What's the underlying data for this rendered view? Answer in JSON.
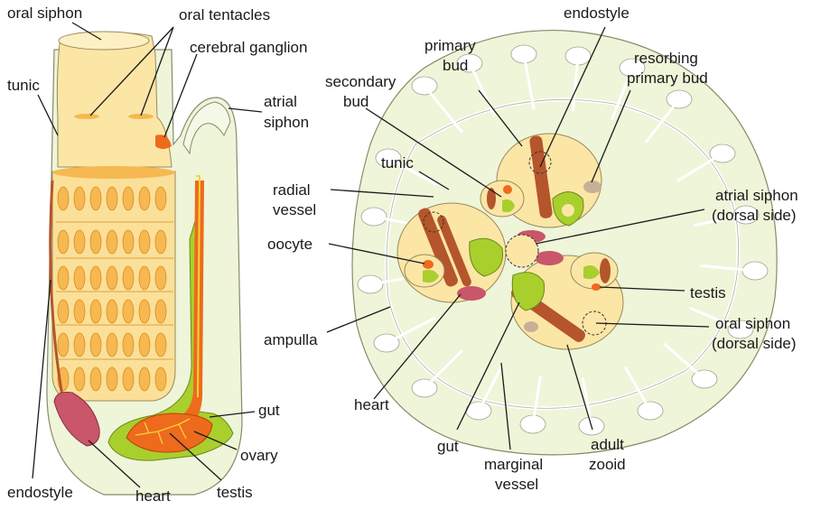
{
  "left_labels": {
    "oral_siphon": "oral siphon",
    "oral_tentacles": "oral tentacles",
    "cerebral_ganglion": "cerebral ganglion",
    "tunic": "tunic",
    "atrial_siphon_1": "atrial",
    "atrial_siphon_2": "siphon",
    "gut": "gut",
    "ovary": "ovary",
    "endostyle": "endostyle",
    "heart": "heart",
    "testis": "testis"
  },
  "right_labels": {
    "endostyle": "endostyle",
    "primary_bud_1": "primary",
    "primary_bud_2": "bud",
    "secondary_bud_1": "secondary",
    "secondary_bud_2": "bud",
    "resorbing_1": "resorbing",
    "resorbing_2": "primary bud",
    "tunic": "tunic",
    "radial_vessel_1": "radial",
    "radial_vessel_2": "vessel",
    "atrial_dorsal_1": "atrial siphon",
    "atrial_dorsal_2": "(dorsal side)",
    "oocyte": "oocyte",
    "testis": "testis",
    "ampulla": "ampulla",
    "oral_dorsal_1": "oral siphon",
    "oral_dorsal_2": "(dorsal side)",
    "heart": "heart",
    "gut": "gut",
    "marginal_1": "marginal",
    "marginal_2": "vessel",
    "adult_1": "adult",
    "adult_2": "zooid"
  },
  "colors": {
    "tunic": "#eef5d9",
    "body": "#fbe6a6",
    "branchial": "#fbe09a",
    "stigmata": "#f6b850",
    "gut_green": "#a9cf2d",
    "orange": "#ee6a1d",
    "heart": "#c9566a",
    "muscle": "#b5552c",
    "vessel_line": "#ffffff",
    "outline": "#7a7a5a"
  }
}
